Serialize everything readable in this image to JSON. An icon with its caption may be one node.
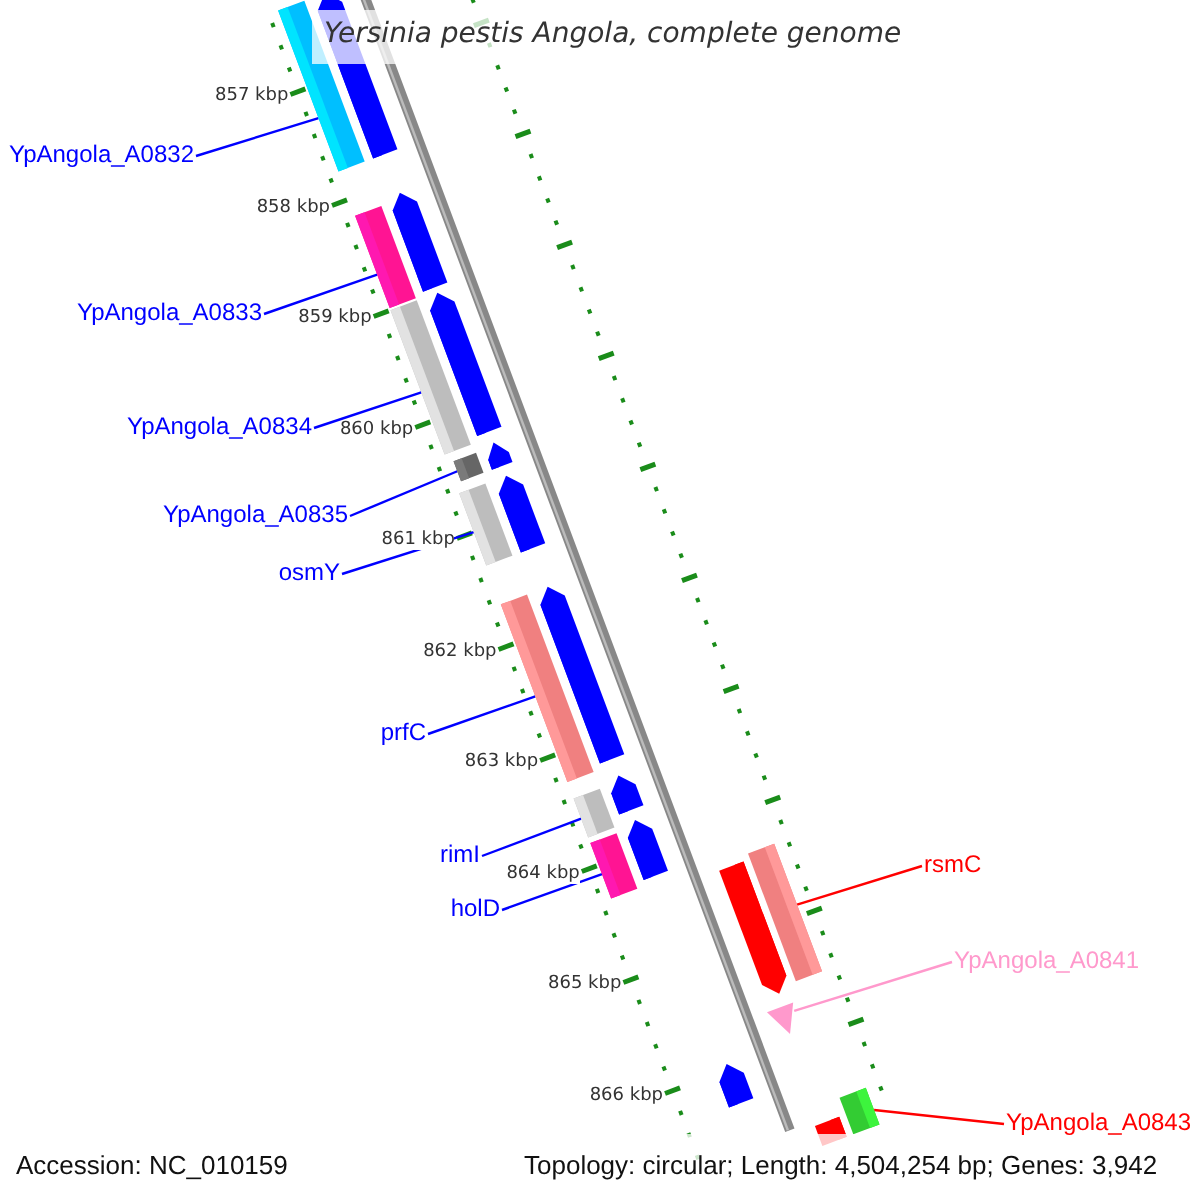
{
  "diagram": {
    "title": "Yersinia pestis Angola, complete genome",
    "nodes": [
      {
        "text": [
          "YpAngola_A0832"
        ]
      },
      {
        "text": [],
        "shape": "bar"
      },
      {
        "text": [
          "YpAngola_A0833"
        ]
      },
      {
        "text": [],
        "shape": "bar"
      },
      {
        "text": [
          "YpAngola_A0834"
        ]
      },
      {
        "text": [],
        "shape": "bar"
      },
      {
        "text": [
          "YpAngola_A0835"
        ]
      },
      {
        "text": [],
        "shape": "bar"
      },
      {
        "text": [
          "osmY"
        ]
      },
      {
        "text": [],
        "shape": "bar"
      },
      {
        "text": [
          "prfC"
        ]
      },
      {
        "text": [],
        "shape": "bar"
      },
      {
        "text": [
          "rimI"
        ]
      },
      {
        "text": [],
        "shape": "bar"
      },
      {
        "text": [
          "holD"
        ]
      },
      {
        "text": [],
        "shape": "bar"
      },
      {
        "text": [
          "rsmC"
        ]
      },
      {
        "text": [],
        "shape": "bar"
      },
      {
        "text": [
          "YpAngola_A0841"
        ]
      },
      {
        "text": [],
        "shape": "triangle"
      },
      {
        "text": [
          "YpAngola_A0843"
        ]
      },
      {
        "text": [],
        "shape": "bar"
      }
    ],
    "edges": [
      {
        "from": 0,
        "to": 1,
        "arrow": "none"
      },
      {
        "from": 2,
        "to": 3,
        "arrow": "none"
      },
      {
        "from": 4,
        "to": 5,
        "arrow": "none"
      },
      {
        "from": 6,
        "to": 7,
        "arrow": "none"
      },
      {
        "from": 8,
        "to": 9,
        "arrow": "none"
      },
      {
        "from": 10,
        "to": 11,
        "arrow": "none"
      },
      {
        "from": 12,
        "to": 13,
        "arrow": "none"
      },
      {
        "from": 14,
        "to": 15,
        "arrow": "none"
      },
      {
        "from": 16,
        "to": 17,
        "arrow": "none",
        "color": "#ff0000"
      },
      {
        "from": 18,
        "to": 19,
        "arrow": "none",
        "color": "#ff99cc"
      },
      {
        "from": 20,
        "to": 21,
        "arrow": "none",
        "color": "#ff0000"
      }
    ],
    "labels": [
      "857 kbp",
      "858 kbp",
      "859 kbp",
      "860 kbp",
      "861 kbp",
      "862 kbp",
      "863 kbp",
      "864 kbp",
      "865 kbp",
      "866 kbp",
      "Accession: NC_010159",
      "Topology: circular; Length: 4,504,254 bp; Genes: 3,942"
    ]
  }
}
